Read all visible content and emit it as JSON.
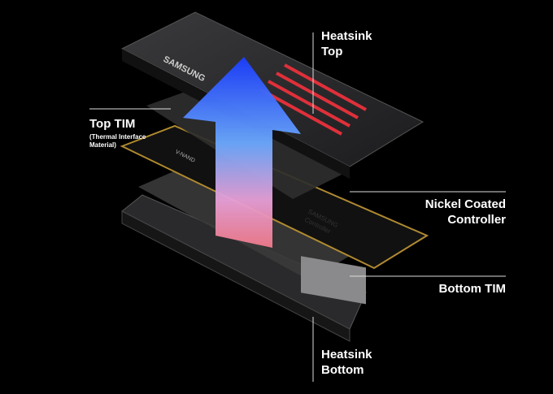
{
  "labels": {
    "heatsink_top": [
      "Heatsink",
      "Top"
    ],
    "top_tim": "Top TIM",
    "top_tim_sub": [
      "(Thermal Interface",
      "Material)"
    ],
    "nickel_controller": [
      "Nickel Coated",
      "Controller"
    ],
    "bottom_tim": "Bottom TIM",
    "heatsink_bottom": [
      "Heatsink",
      "Bottom"
    ]
  },
  "brand": {
    "heatsink_logo": "SAMSUNG",
    "controller_logo": "SAMSUNG",
    "controller_text": "Controller",
    "nand_text": "V-NAND"
  },
  "colors": {
    "background": "#000000",
    "arrow_top": "#1a4cff",
    "arrow_bottom": "#f08cb0",
    "heatsink_accent": "#e0303a"
  }
}
